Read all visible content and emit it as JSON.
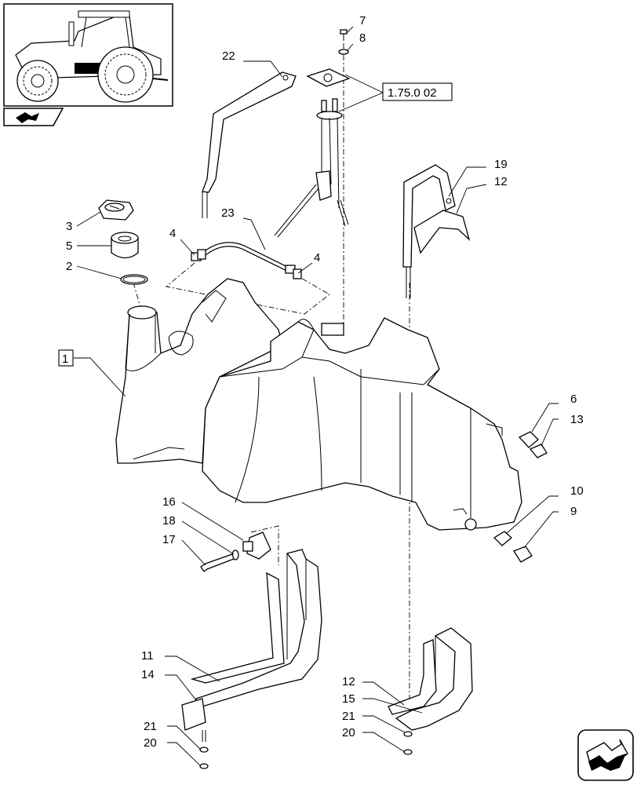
{
  "callouts": {
    "c1": "1",
    "c2": "2",
    "c3": "3",
    "c4a": "4",
    "c4b": "4",
    "c5": "5",
    "c6": "6",
    "c7": "7",
    "c8": "8",
    "c9": "9",
    "c10": "10",
    "c11": "11",
    "c12a": "12",
    "c12b": "12",
    "c13": "13",
    "c14": "14",
    "c15": "15",
    "c16": "16",
    "c17": "17",
    "c18": "18",
    "c19": "19",
    "c20a": "20",
    "c20b": "20",
    "c21a": "21",
    "c21b": "21",
    "c22": "22",
    "c23": "23"
  },
  "reference": {
    "label": "1.75.0 02"
  },
  "icons": {
    "thumbnail": "tractor-thumbnail-icon",
    "section": "section-arrow-icon",
    "navigation": "navigation-arrow-icon"
  }
}
